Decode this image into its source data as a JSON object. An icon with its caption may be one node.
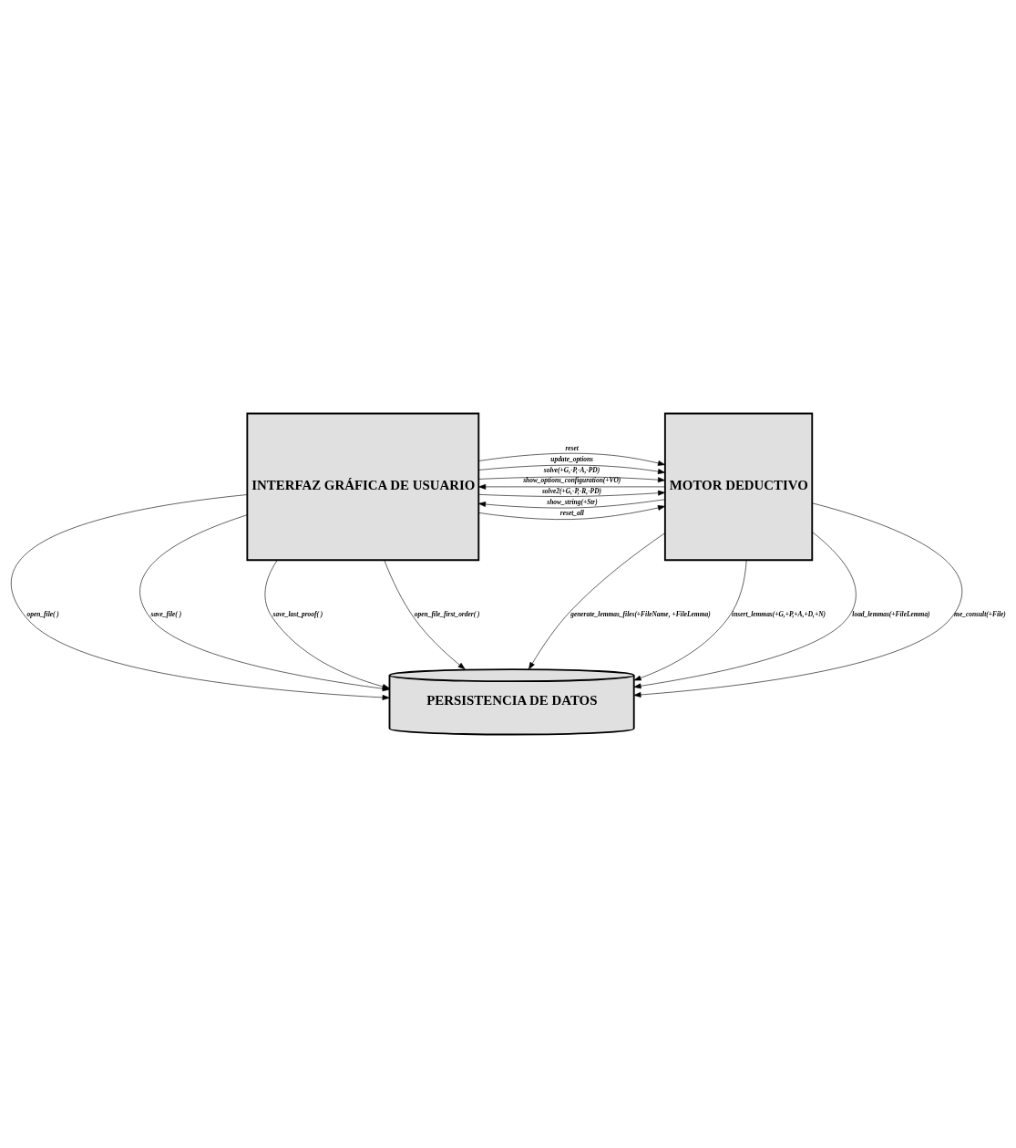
{
  "diagram": {
    "nodes": [
      {
        "text": [
          "INTERFAZ GRÁFICA DE USUARIO"
        ]
      },
      {
        "text": [
          "MOTOR DEDUCTIVO"
        ]
      },
      {
        "text": [
          "PERSISTENCIA DE DATOS"
        ]
      }
    ],
    "edges": [
      {
        "from": 0,
        "to": 1,
        "arrow": "to",
        "label": "solve(+G,-P,-A,-PD)"
      },
      {
        "from": 0,
        "to": 1,
        "arrow": "to",
        "label": "solve2(+G,-P,-R,-PD)"
      },
      {
        "from": 0,
        "to": 1,
        "arrow": "to",
        "label": "reset"
      },
      {
        "from": 0,
        "to": 1,
        "arrow": "to",
        "label": "reset_all"
      },
      {
        "from": 0,
        "to": 1,
        "arrow": "to",
        "label": "update_options"
      },
      {
        "from": 1,
        "to": 0,
        "arrow": "to",
        "label": "show_string(+Str)"
      },
      {
        "from": 1,
        "to": 0,
        "arrow": "to",
        "label": "show_options_configuration(+VO)"
      },
      {
        "from": 0,
        "to": 2,
        "arrow": "to",
        "label": "open_file( )"
      },
      {
        "from": 0,
        "to": 2,
        "arrow": "to",
        "label": "save_file( )"
      },
      {
        "from": 0,
        "to": 2,
        "arrow": "to",
        "label": "save_last_proof( )"
      },
      {
        "from": 0,
        "to": 2,
        "arrow": "to",
        "label": "open_file_first_order( )"
      },
      {
        "from": 1,
        "to": 2,
        "arrow": "to",
        "label": "generate_lemmas_files(+FileName, +FileLemma)"
      },
      {
        "from": 1,
        "to": 2,
        "arrow": "to",
        "label": "insert_lemmas(+G,+P,+A,+D,+N)"
      },
      {
        "from": 1,
        "to": 2,
        "arrow": "to",
        "label": "load_lemmas(+FileLemma)"
      },
      {
        "from": 1,
        "to": 2,
        "arrow": "to",
        "label": "me_consult(+File)"
      }
    ]
  }
}
